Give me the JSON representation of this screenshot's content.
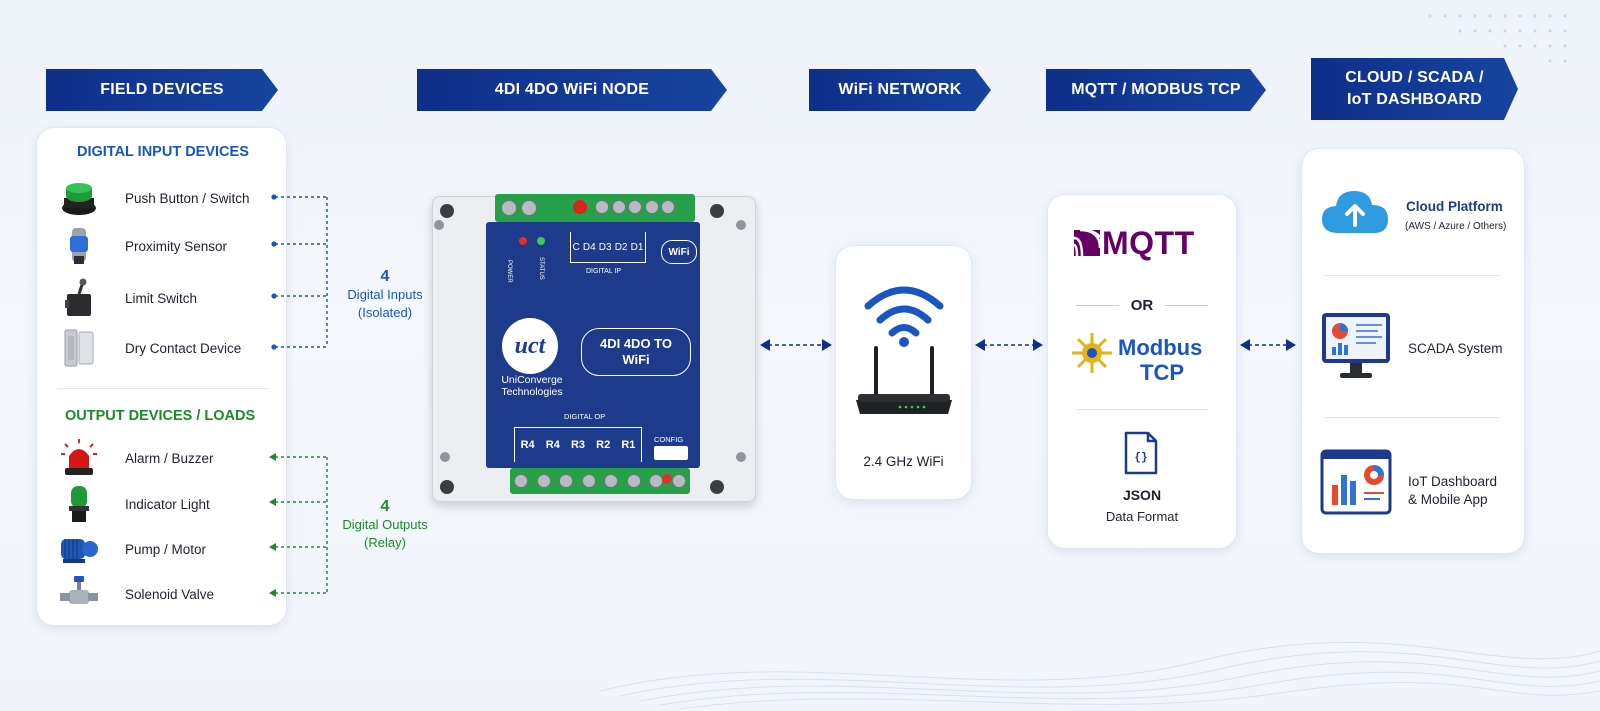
{
  "banners": {
    "field_devices": "FIELD DEVICES",
    "node": "4DI 4DO WiFi NODE",
    "wifi_network": "WiFi NETWORK",
    "protocol": "MQTT / MODBUS TCP",
    "cloud_line1": "CLOUD / SCADA /",
    "cloud_line2": "IoT DASHBOARD"
  },
  "field": {
    "input_title": "DIGITAL INPUT DEVICES",
    "inputs": [
      "Push Button / Switch",
      "Proximity Sensor",
      "Limit Switch",
      "Dry Contact Device"
    ],
    "output_title": "OUTPUT DEVICES / LOADS",
    "outputs": [
      "Alarm / Buzzer",
      "Indicator Light",
      "Pump / Motor",
      "Solenoid Valve"
    ],
    "input_count": "4",
    "input_count_line1": "Digital Inputs",
    "input_count_line2": "(Isolated)",
    "output_count": "4",
    "output_count_line1": "Digital Outputs",
    "output_count_line2": "(Relay)"
  },
  "device": {
    "power": "POWER",
    "status": "STATUS",
    "di_terminals": [
      "C",
      "D4",
      "D3",
      "D2",
      "D1"
    ],
    "digital_ip": "DIGITAL IP",
    "wifi_badge": "WiFi",
    "logo": "uct",
    "company_line1": "UniConverge",
    "company_line2": "Technologies",
    "title_line1": "4DI 4DO TO",
    "title_line2": "WiFi",
    "digital_op": "DIGITAL OP",
    "relays": [
      "R4",
      "R4",
      "R3",
      "R2",
      "R1"
    ],
    "config": "CONFIG"
  },
  "wifi": {
    "label": "2.4 GHz WiFi"
  },
  "protocol": {
    "mqtt": "MQTT",
    "or": "OR",
    "modbus_line1": "Modbus",
    "modbus_line2": "TCP",
    "json_icon": "{}",
    "json": "JSON",
    "json_sub": "Data Format"
  },
  "cloud": {
    "items": [
      {
        "title": "Cloud Platform",
        "sub": "(AWS / Azure / Others)"
      },
      {
        "title": "SCADA System",
        "sub": ""
      },
      {
        "title": "IoT Dashboard",
        "sub": "& Mobile App"
      }
    ]
  },
  "colors": {
    "navy": "#0e2f8a",
    "input_blue": "#1a55c4",
    "output_green": "#1e8a2a",
    "device_blue": "#1e3a8a"
  }
}
